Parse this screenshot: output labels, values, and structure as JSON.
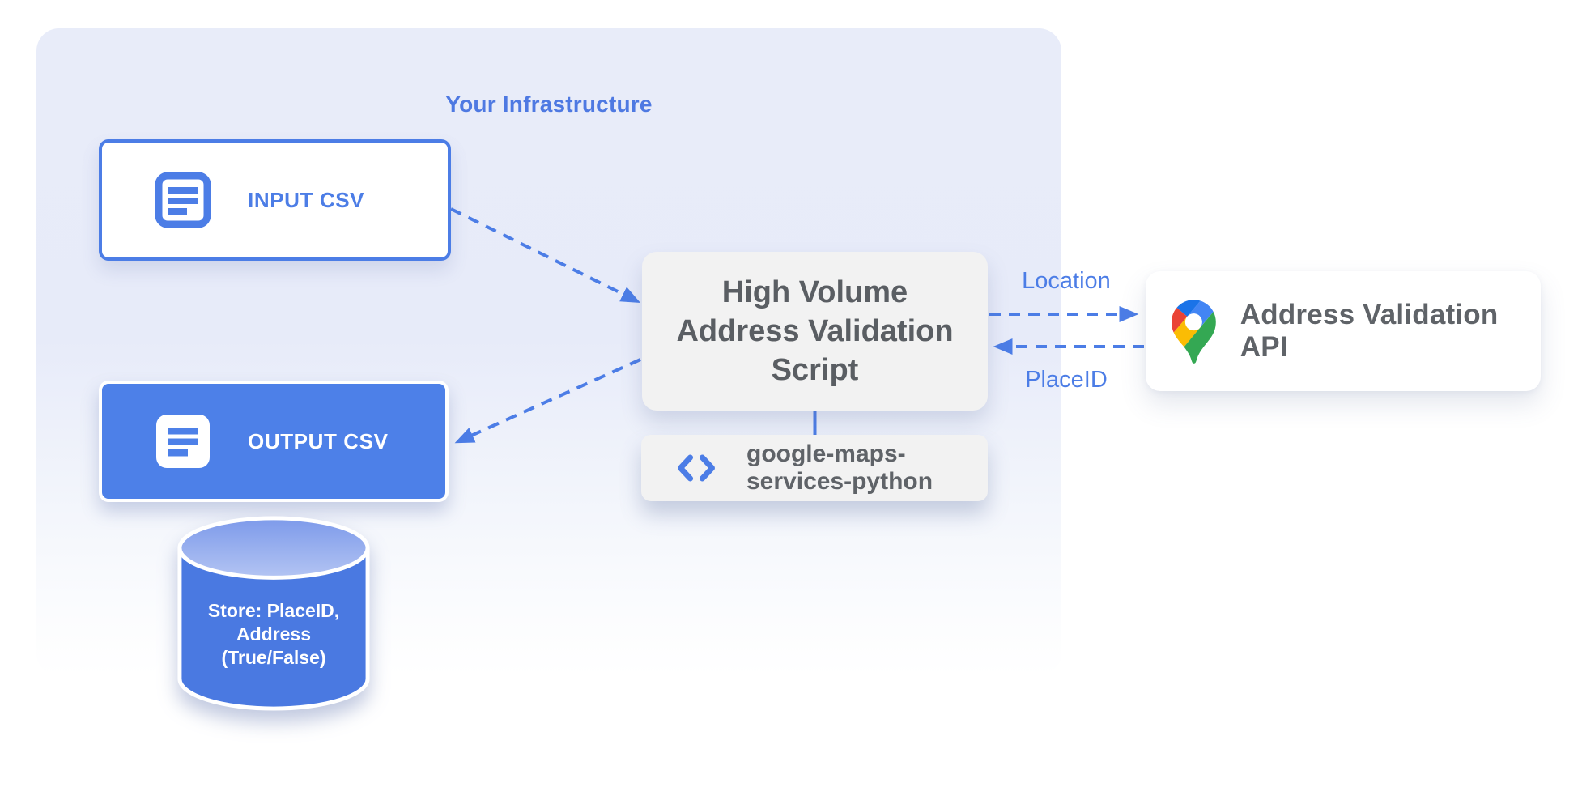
{
  "container": {
    "title": "Your Infrastructure"
  },
  "nodes": {
    "input_csv": {
      "label": "INPUT CSV",
      "icon": "document-lines-icon"
    },
    "output_csv": {
      "label": "OUTPUT CSV",
      "icon": "document-lines-icon"
    },
    "script": {
      "lines": [
        "High Volume",
        "Address Validation",
        "Script"
      ]
    },
    "library": {
      "lines": [
        "google-maps-",
        "services-python"
      ],
      "icon": "code-brackets-icon"
    },
    "api": {
      "label": "Address Validation API",
      "icon": "google-maps-pin-icon"
    },
    "datastore": {
      "lines": [
        "Store: PlaceID,",
        "Address",
        "(True/False)"
      ]
    }
  },
  "edges": {
    "input_to_script": {
      "style": "dashed-arrow"
    },
    "script_to_output": {
      "style": "dashed-arrow"
    },
    "script_to_api": {
      "label": "Location",
      "style": "dashed-arrow"
    },
    "api_to_script": {
      "label": "PlaceID",
      "style": "dashed-arrow"
    },
    "script_to_library": {
      "style": "solid-line"
    }
  },
  "colors": {
    "accent_blue": "#4C7DE6",
    "fill_blue": "#4D80E8",
    "container_top": "#E8ECF9",
    "box_gray": "#F2F2F2",
    "text_gray": "#5F6368",
    "pin_dark_blue": "#1A73E8",
    "pin_blue": "#4285F4",
    "pin_red": "#EA4335",
    "pin_yellow": "#FBBC04",
    "pin_green": "#34A853"
  }
}
